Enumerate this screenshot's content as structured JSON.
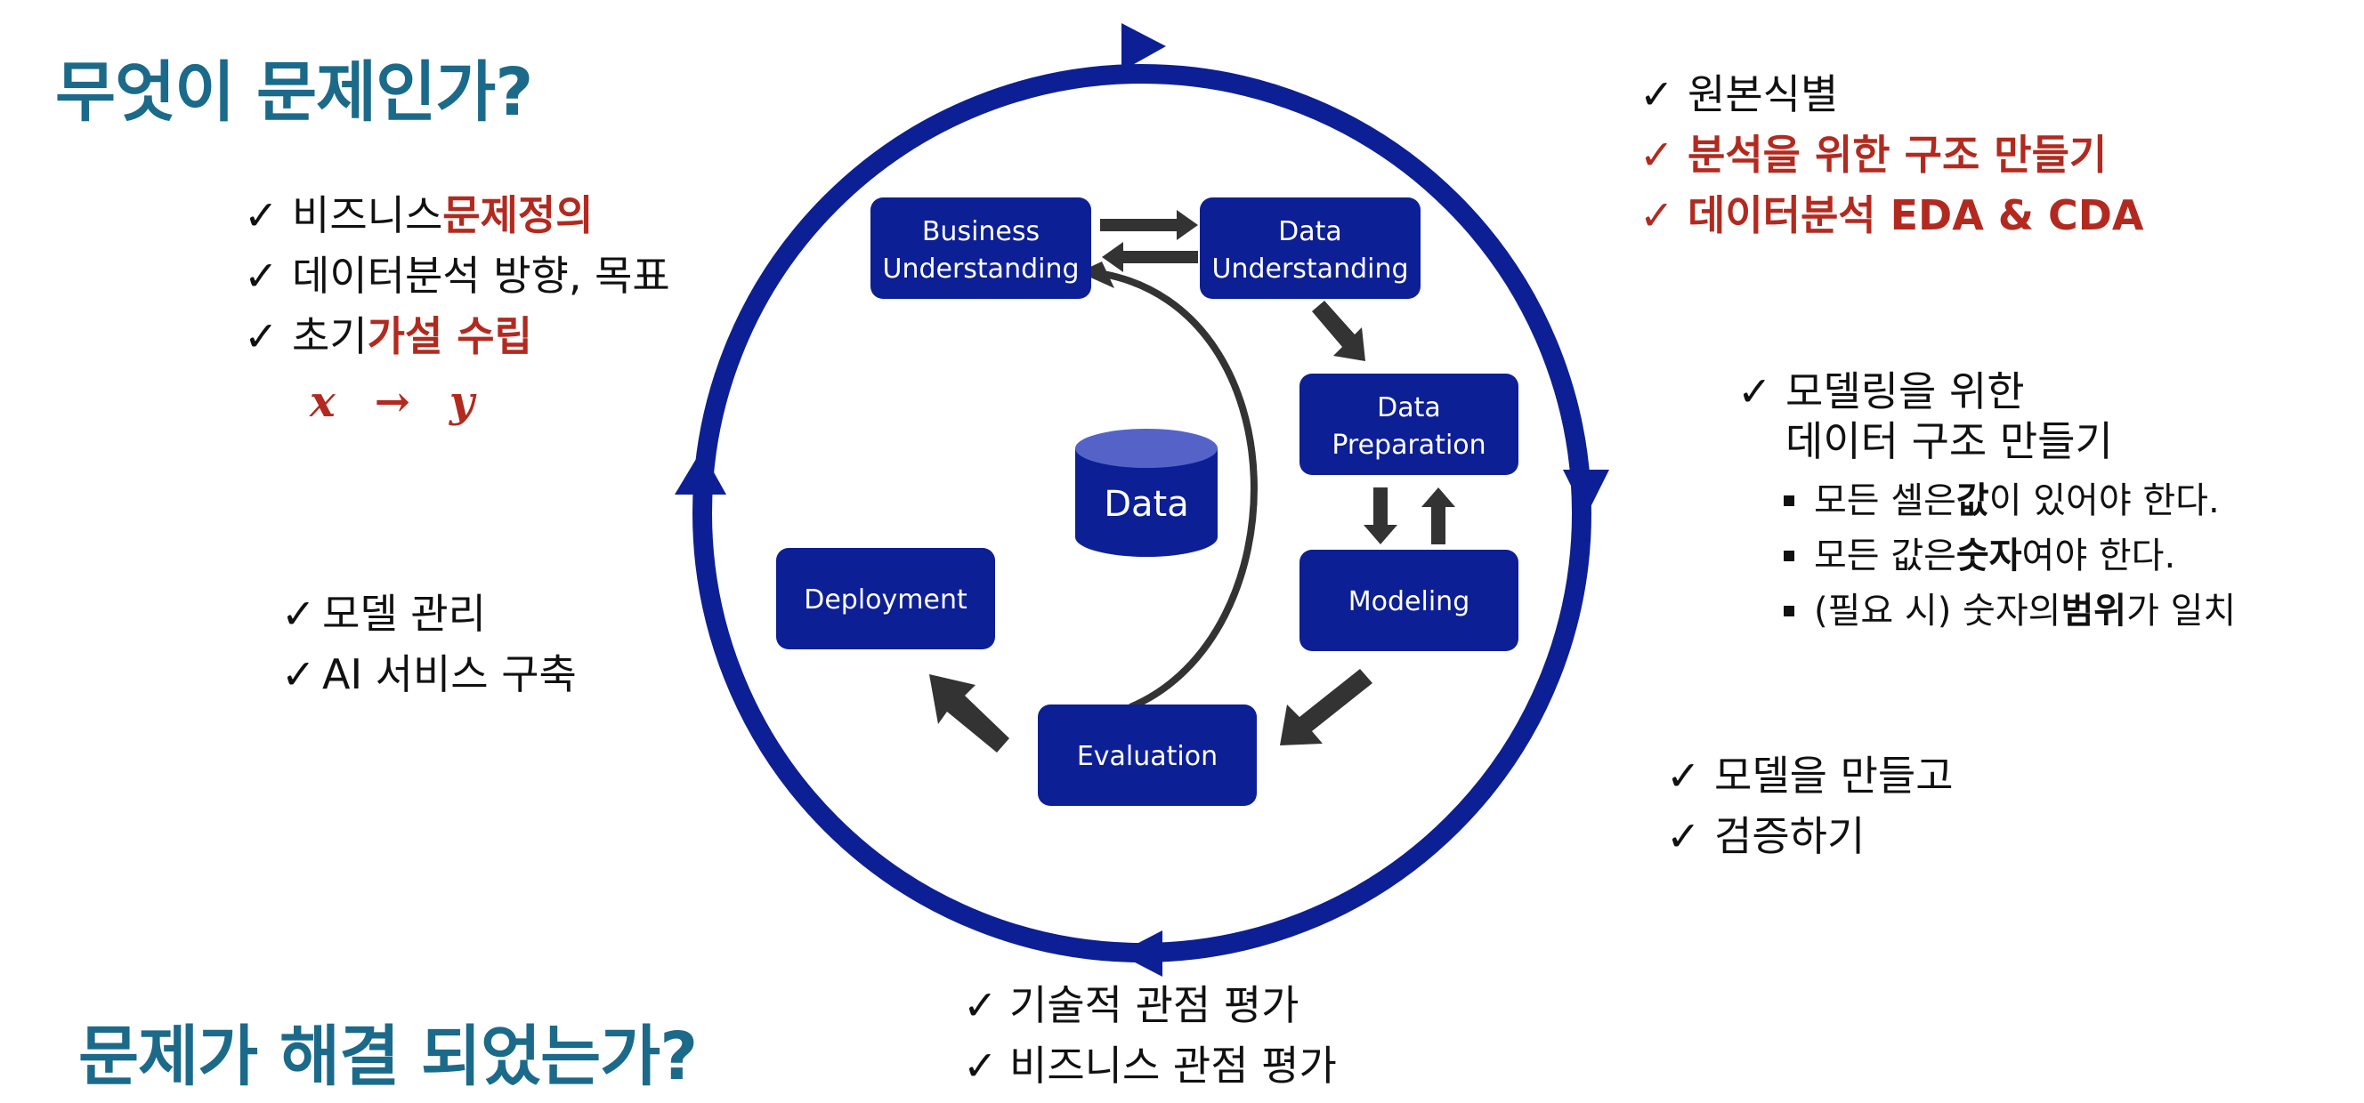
{
  "headings": {
    "top": "무엇이 문제인가?",
    "bottom": "문제가 해결 되었는가?"
  },
  "check_symbol": "✓",
  "business": {
    "items": [
      {
        "text": "비즈니스 ",
        "highlight": "문제정의"
      },
      {
        "text": "데이터분석 방향, 목표",
        "highlight": ""
      },
      {
        "text": "초기 ",
        "highlight": "가설 수립"
      }
    ],
    "formula": {
      "x": "x",
      "arrow": "→",
      "y": "y"
    }
  },
  "data_understanding": {
    "items": [
      {
        "text": "원본식별",
        "style": "black"
      },
      {
        "text": "분석을 위한 구조 만들기",
        "style": "red"
      },
      {
        "text": "데이터분석 EDA & CDA",
        "style": "red"
      }
    ]
  },
  "data_preparation": {
    "line1": "모델링을 위한",
    "line2": "데이터 구조 만들기",
    "bullets": [
      {
        "pre": "모든 셀은 ",
        "bold": "값",
        "post": "이 있어야 한다."
      },
      {
        "pre": "모든 값은 ",
        "bold": "숫자",
        "post": " 여야 한다."
      },
      {
        "pre": "(필요 시) 숫자의 ",
        "bold": "범위",
        "post": "가 일치"
      }
    ]
  },
  "modeling": {
    "items": [
      "모델을 만들고",
      "검증하기"
    ]
  },
  "deployment": {
    "items": [
      "모델 관리",
      "AI 서비스 구축"
    ]
  },
  "evaluation": {
    "items": [
      "기술적 관점 평가",
      "비즈니스 관점 평가"
    ]
  },
  "diagram": {
    "boxes": {
      "business_understanding": [
        "Business",
        "Understanding"
      ],
      "data_understanding": [
        "Data",
        "Understanding"
      ],
      "data_preparation": [
        "Data",
        "Preparation"
      ],
      "modeling": [
        "Modeling"
      ],
      "evaluation": [
        "Evaluation"
      ],
      "deployment": [
        "Deployment"
      ]
    },
    "center_label": "Data"
  },
  "colors": {
    "heading": "#1b6a8a",
    "highlight_red": "#b22a1f",
    "diagram_navy": "#0d1f94",
    "box_fill": "#0d1f94",
    "arrow_dark": "#333333"
  }
}
